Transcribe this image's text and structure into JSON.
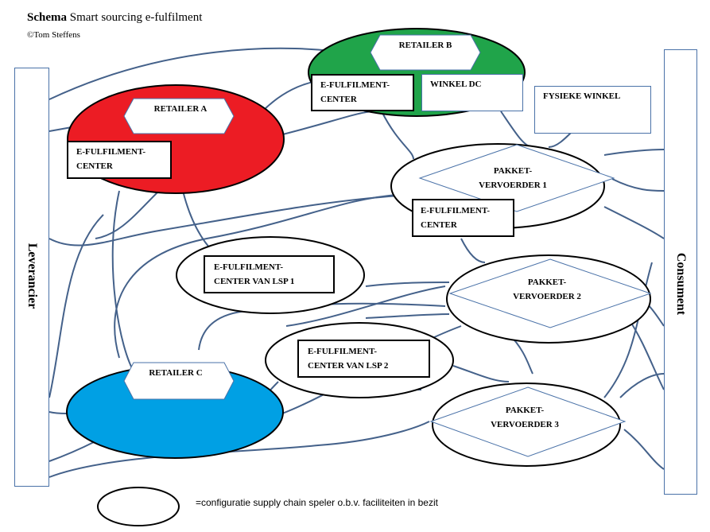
{
  "header": {
    "title_bold": "Schema",
    "title_rest": " Smart sourcing e-fulfilment",
    "copyright": "©Tom Steffens"
  },
  "sides": {
    "left": "Leverancier",
    "right": "Consument"
  },
  "retailers": {
    "a": "RETAILER A",
    "b": "RETAILER B",
    "c": "RETAILER C"
  },
  "boxes": {
    "a_efc": [
      "E-FULFILMENT-",
      "CENTER"
    ],
    "b_efc": [
      "E-FULFILMENT-",
      "CENTER"
    ],
    "b_winkel_dc": "WINKEL DC",
    "fysieke_winkel": "FYSIEKE WINKEL",
    "p1_efc": [
      "E-FULFILMENT-",
      "CENTER"
    ],
    "lsp1": [
      "E-FULFILMENT-",
      "CENTER VAN LSP  1"
    ],
    "lsp2": [
      "E-FULFILMENT-",
      "CENTER VAN LSP  2"
    ]
  },
  "carriers": {
    "p1": [
      "PAKKET-",
      "VERVOERDER 1"
    ],
    "p2": [
      "PAKKET-",
      "VERVOERDER 2"
    ],
    "p3": [
      "PAKKET-",
      "VERVOERDER 3"
    ]
  },
  "legend": {
    "text": "=configuratie supply chain speler o.b.v. faciliteiten  in bezit"
  },
  "colors": {
    "retailer_a": "#ec1c24",
    "retailer_b": "#20a44a",
    "retailer_c": "#00a0e4",
    "connector": "#44618a",
    "box_border_thin": "#4a72a8"
  }
}
